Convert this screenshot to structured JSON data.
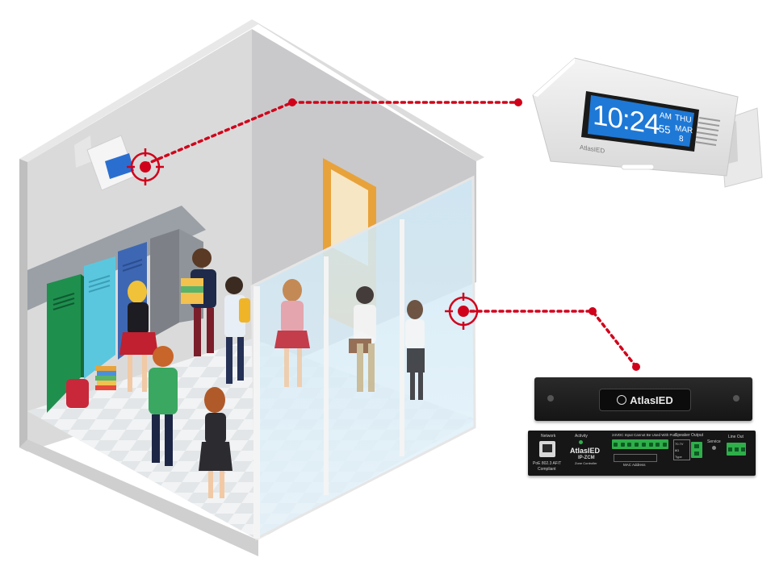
{
  "clock": {
    "time": "10:24",
    "ampm": "AM",
    "day": "THU",
    "seconds": "55",
    "month": "MAR",
    "date": "8",
    "brand": "AtlasIED"
  },
  "amplifier": {
    "brand": "AtlasIED",
    "model": "IP-ZCM",
    "model_sub": "Zone Controller",
    "network_label": "Network",
    "poe_label_1": "PoE 802.3 AF/T",
    "poe_label_2": "Compliant",
    "activity_label": "Activity",
    "hvac_label": "24VDC Input Cannot Be Used With PoE",
    "mac_label": "MAC Address",
    "speaker_output_label": "Speaker Output",
    "tap_labels": [
      "70.7V",
      "8Ω",
      "Type"
    ],
    "service_label": "Service",
    "line_out_label": "Line Out"
  },
  "colors": {
    "marker": "#d0021b",
    "clock_screen": "#1e78d6",
    "device_body": "#1a1a1a",
    "terminal_green": "#2fae4a"
  }
}
